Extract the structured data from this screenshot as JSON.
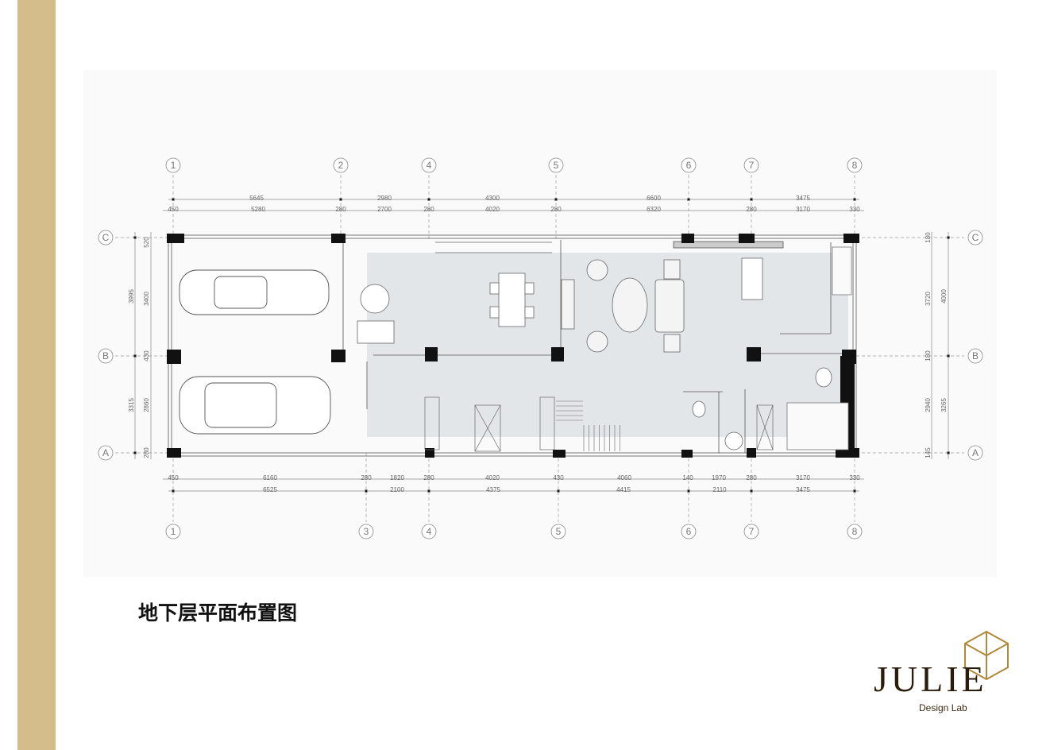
{
  "title": "地下层平面布置图",
  "logo": {
    "name": "JULIE",
    "sub": "Design Lab"
  },
  "colors": {
    "gold_bar": "#d4bd8a",
    "shaded_area": "#e3e6e9",
    "wall": "#111111"
  },
  "axes": {
    "top": [
      "1",
      "2",
      "4",
      "5",
      "6",
      "7",
      "8"
    ],
    "bottom": [
      "1",
      "3",
      "4",
      "5",
      "6",
      "7",
      "8"
    ],
    "left": [
      "C",
      "B",
      "A"
    ],
    "right": [
      "C",
      "B",
      "A"
    ]
  },
  "dimensions": {
    "top_overall": [
      "5645",
      "2980",
      "4300",
      "6600",
      "3475"
    ],
    "top_detail": [
      "450",
      "5280",
      "280",
      "2700",
      "280",
      "4020",
      "280",
      "6320",
      "280",
      "3170",
      "330"
    ],
    "bottom_detail": [
      "450",
      "6160",
      "280",
      "1820",
      "280",
      "4020",
      "430",
      "4060",
      "140",
      "1970",
      "280",
      "3170",
      "330"
    ],
    "bottom_overall": [
      "6525",
      "2100",
      "4375",
      "4415",
      "2110",
      "3475"
    ],
    "left_overall": [
      "3995",
      "3315"
    ],
    "left_detail": [
      "520",
      "3400",
      "430",
      "2860",
      "280"
    ],
    "right_detail": [
      "180",
      "3720",
      "180",
      "2940",
      "145"
    ],
    "right_overall": [
      "4000",
      "3265"
    ]
  },
  "icons": [
    "car-icon",
    "dining-table-icon",
    "sofa-icon",
    "treadmill-icon",
    "toilet-icon",
    "bed-icon",
    "stair-icon",
    "logo-cube-icon"
  ]
}
